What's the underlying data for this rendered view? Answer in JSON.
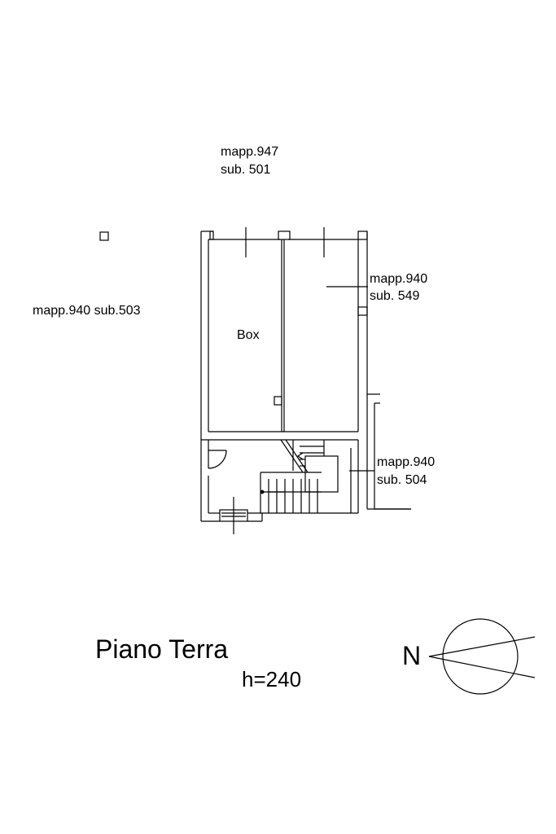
{
  "labels": {
    "top_parcel_line1": "mapp.947",
    "top_parcel_line2": "sub. 501",
    "left_parcel": "mapp.940 sub.503",
    "right_parcel_line1": "mapp.940",
    "right_parcel_line2": "sub. 549",
    "box_room": "Box",
    "stair_parcel_line1": "mapp.940",
    "stair_parcel_line2": "sub. 504"
  },
  "title": "Piano Terra",
  "height": "h=240",
  "north_arrow": {
    "letter": "N",
    "icon": "north-arrow-icon"
  },
  "colors": {
    "line": "#000000",
    "background": "#ffffff"
  }
}
